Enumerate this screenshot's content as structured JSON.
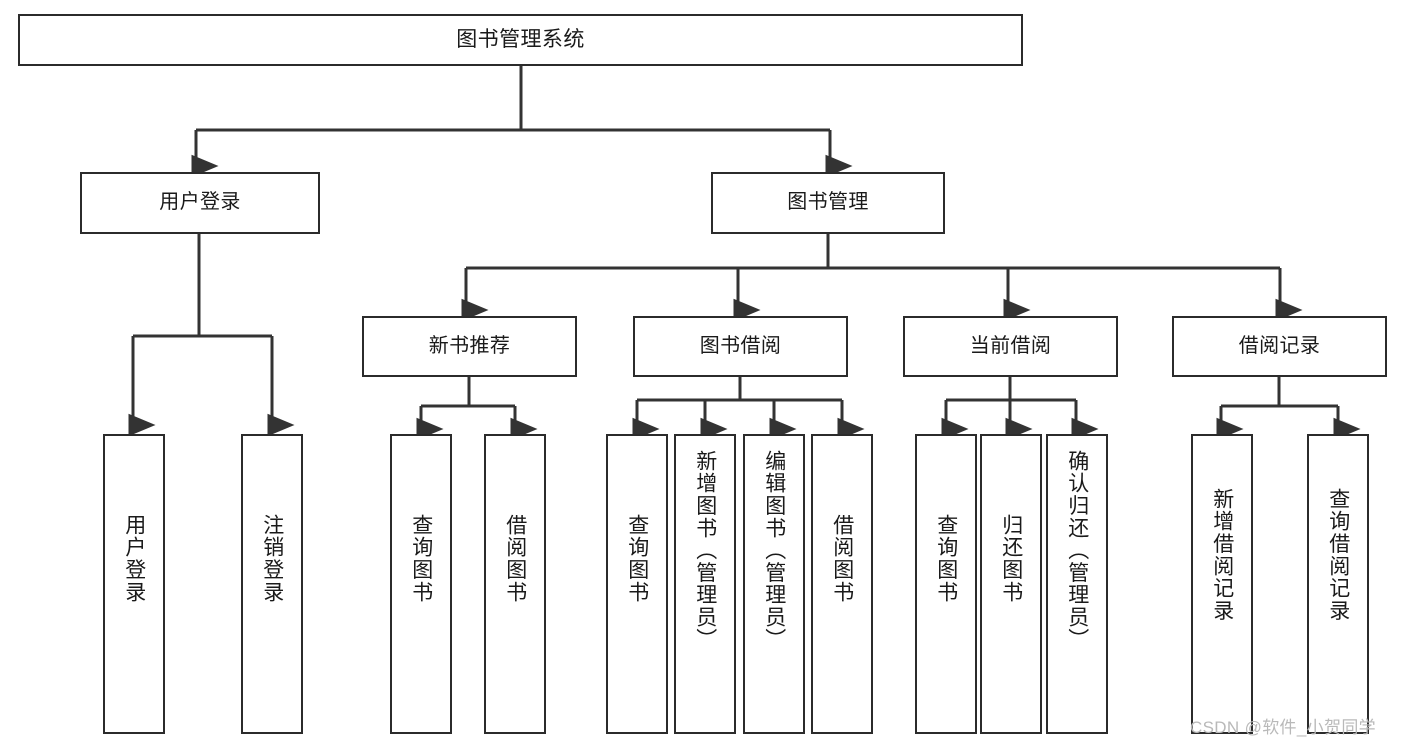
{
  "diagram": {
    "title": "图书管理系统",
    "type": "tree-hierarchy",
    "root": {
      "id": "root",
      "label": "图书管理系统"
    },
    "level2": [
      {
        "id": "user-login",
        "label": "用户登录"
      },
      {
        "id": "book-management",
        "label": "图书管理"
      }
    ],
    "level3": [
      {
        "id": "new-book-recommend",
        "label": "新书推荐",
        "parent": "book-management"
      },
      {
        "id": "book-borrow",
        "label": "图书借阅",
        "parent": "book-management"
      },
      {
        "id": "current-borrow",
        "label": "当前借阅",
        "parent": "book-management"
      },
      {
        "id": "borrow-record",
        "label": "借阅记录",
        "parent": "book-management"
      }
    ],
    "leaves": [
      {
        "id": "leaf-user-login",
        "label": "用户登录",
        "parent": "user-login"
      },
      {
        "id": "leaf-logout-login",
        "label": "注销登录",
        "parent": "user-login"
      },
      {
        "id": "leaf-query-book-1",
        "label": "查询图书",
        "parent": "new-book-recommend"
      },
      {
        "id": "leaf-borrow-book-1",
        "label": "借阅图书",
        "parent": "new-book-recommend"
      },
      {
        "id": "leaf-query-book-2",
        "label": "查询图书",
        "parent": "book-borrow"
      },
      {
        "id": "leaf-add-book",
        "label": "新增图书（管理员）",
        "parent": "book-borrow"
      },
      {
        "id": "leaf-edit-book",
        "label": "编辑图书（管理员）",
        "parent": "book-borrow"
      },
      {
        "id": "leaf-borrow-book-2",
        "label": "借阅图书",
        "parent": "book-borrow"
      },
      {
        "id": "leaf-query-book-3",
        "label": "查询图书",
        "parent": "current-borrow"
      },
      {
        "id": "leaf-return-book",
        "label": "归还图书",
        "parent": "current-borrow"
      },
      {
        "id": "leaf-confirm-return",
        "label": "确认归还（管理员）",
        "parent": "current-borrow"
      },
      {
        "id": "leaf-add-record",
        "label": "新增借阅记录",
        "parent": "borrow-record"
      },
      {
        "id": "leaf-query-record",
        "label": "查询借阅记录",
        "parent": "borrow-record"
      }
    ]
  },
  "watermark": {
    "text": "CSDN @软件_小贺同学"
  },
  "colors": {
    "box_border": "#2b2b2b",
    "connector": "#333333",
    "background": "#ffffff",
    "text": "#1a1a1a",
    "watermark": "#b9b9b9"
  }
}
